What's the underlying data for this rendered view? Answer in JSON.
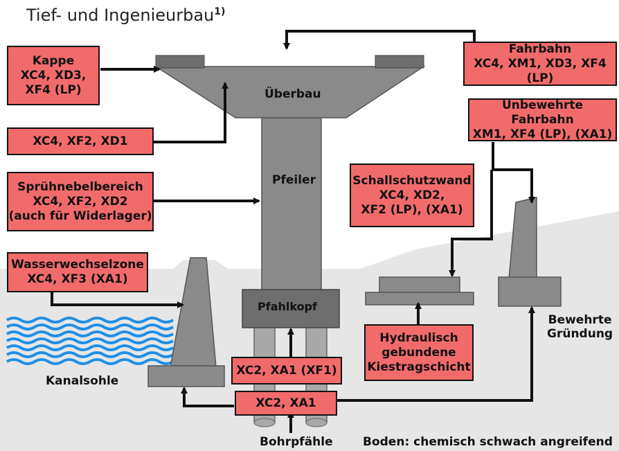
{
  "title": "Tief- und Ingenieurbau",
  "title_footnote": "1)",
  "colors": {
    "label_fill": "#f26b6b",
    "concrete": "#8a8a8a",
    "concrete_dark": "#6e6e6e",
    "ground": "#e6e6e6",
    "water": "#1e8fe6"
  },
  "parts": {
    "ueberbau": "Überbau",
    "pfeiler": "Pfeiler",
    "pfahlkopf": "Pfahlkopf",
    "kanalsohle": "Kanalsohle",
    "bohrpfaehle": "Bohrpfähle",
    "bewehrte_gruendung_1": "Bewehrte",
    "bewehrte_gruendung_2": "Gründung",
    "boden": "Boden: chemisch schwach angreifend"
  },
  "labels": {
    "kappe": [
      "Kappe",
      "XC4, XD3,",
      "XF4 (LP)"
    ],
    "ueberbau_class": [
      "XC4, XF2, XD1"
    ],
    "spruehnebel": [
      "Sprühnebelbereich",
      "XC4, XF2, XD2",
      "(auch für Widerlager)"
    ],
    "wasserwechsel": [
      "Wasserwechselzone",
      "XC4, XF3 (XA1)"
    ],
    "fahrbahn": [
      "Fahrbahn",
      "XC4, XM1, XD3, XF4 (LP)"
    ],
    "unbewehrte_fahrbahn": [
      "Unbewehrte Fahrbahn",
      "XM1, XF4 (LP), (XA1)"
    ],
    "schallschutz": [
      "Schallschutzwand",
      "XC4, XD2,",
      "XF2 (LP), (XA1)"
    ],
    "pfahlkopf_class": [
      "XC2, XA1 (XF1)"
    ],
    "bohrpfaehle_class": [
      "XC2, XA1"
    ],
    "hydraulisch": [
      "Hydraulisch",
      "gebundene",
      "Kiestragschicht"
    ]
  }
}
